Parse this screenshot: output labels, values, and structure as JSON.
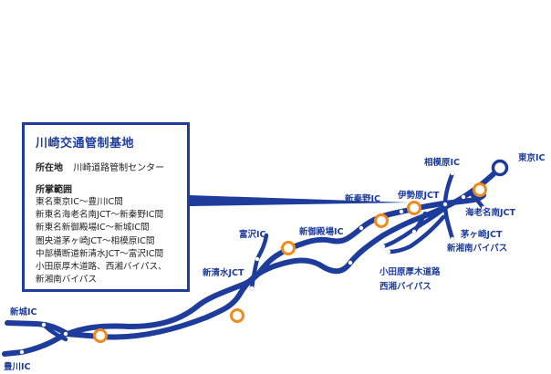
{
  "colors": {
    "road": "#1e3c9c",
    "ic_fill": "#ffffff",
    "base_marker": "#f18a1c",
    "tokyo_marker": "#1e3c9c",
    "title_text": "#1e3c9c",
    "text": "#222222"
  },
  "infobox": {
    "title": "川崎交通管制基地",
    "location_label": "所在地",
    "location_value": "川崎道路管制センター",
    "range_label": "所掌範囲",
    "range_items": [
      "東名東京IC～豊川IC間",
      "新東名海老名南JCT～新秦野IC間",
      "新東名新御殿場IC～新城IC間",
      "圏央道茅ヶ崎JCT～相模原IC間",
      "中部横断道新清水JCT～富沢IC間",
      "小田原厚木道路、西湘バイパス、",
      "新湘南バイパス"
    ]
  },
  "labels": {
    "tokyo_ic": "東京IC",
    "sagamihara_ic": "相模原IC",
    "isehara_jct": "伊勢原JCT",
    "shinhadano_ic": "新秦野IC",
    "ebina_minami_jct": "海老名南JCT",
    "chigasaki_jct": "茅ヶ崎JCT",
    "shinshonan_bypass": "新湘南バイパス",
    "odawara_atsugi": "小田原厚木道路",
    "seisho_bypass": "西湘バイパス",
    "shingotemba_ic": "新御殿場IC",
    "tomizawa_ic": "富沢IC",
    "shinshimizu_jct": "新清水JCT",
    "shinshiro_ic": "新城IC",
    "toyokawa_ic": "豊川IC"
  }
}
